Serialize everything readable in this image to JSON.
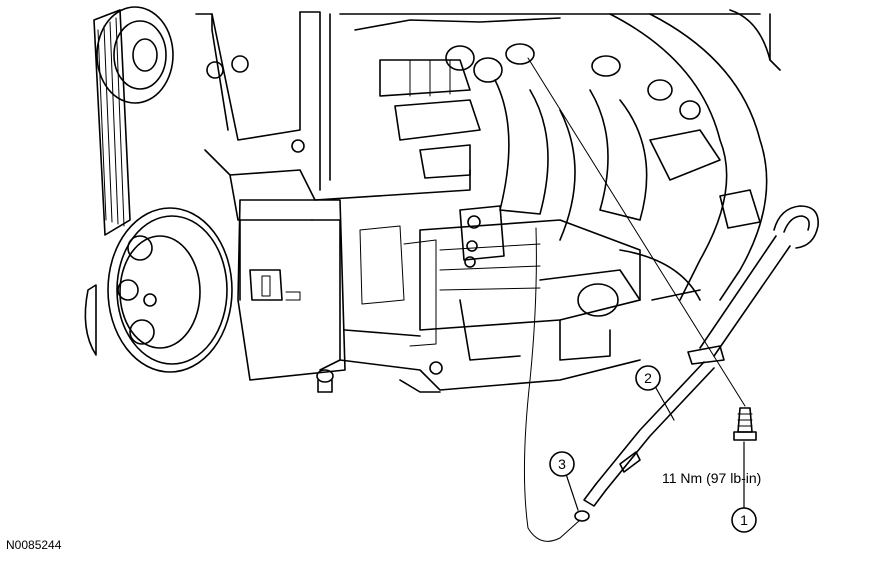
{
  "diagram": {
    "torque_spec": "11 Nm (97 lb-in)",
    "figure_id": "N0085244",
    "callouts": [
      {
        "number": "1",
        "part": "bolt"
      },
      {
        "number": "2",
        "part": "dipstick-tube"
      },
      {
        "number": "3",
        "part": "o-ring"
      }
    ]
  }
}
